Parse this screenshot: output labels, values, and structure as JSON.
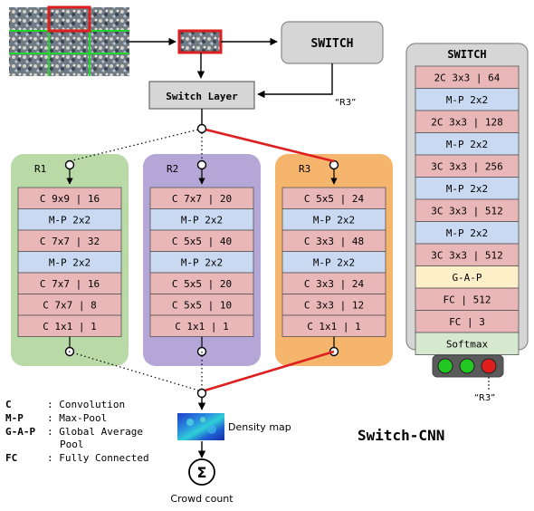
{
  "switch_box": "SWITCH",
  "switch_layer": "Switch Layer",
  "r3_label_top": "“R3”",
  "r3_label_bottom": "“R3”",
  "columns": [
    {
      "label": "R1",
      "color": "#b9d9a7",
      "layers": [
        "C 9x9 | 16",
        "M-P 2x2",
        "C 7x7 | 32",
        "M-P 2x2",
        "C 7x7 | 16",
        "C 7x7 | 8",
        "C 1x1 | 1"
      ]
    },
    {
      "label": "R2",
      "color": "#b4a6d6",
      "layers": [
        "C 7x7 | 20",
        "M-P 2x2",
        "C 5x5 | 40",
        "M-P 2x2",
        "C 5x5 | 20",
        "C 5x5 | 10",
        "C 1x1 | 1"
      ]
    },
    {
      "label": "R3",
      "color": "#f6b56c",
      "layers": [
        "C 5x5 | 24",
        "M-P 2x2",
        "C 3x3 | 48",
        "M-P 2x2",
        "C 3x3 | 24",
        "C 3x3 | 12",
        "C 1x1 | 1"
      ]
    }
  ],
  "switch_panel": {
    "title": "SWITCH",
    "layers": [
      "2C 3x3 | 64",
      "M-P 2x2",
      "2C 3x3 | 128",
      "M-P 2x2",
      "3C 3x3 | 256",
      "M-P 2x2",
      "3C 3x3 | 512",
      "M-P 2x2",
      "3C 3x3 | 512",
      "G-A-P",
      "FC | 512",
      "FC | 3",
      "Softmax"
    ]
  },
  "traffic_lights": [
    "#22c722",
    "#22c722",
    "#e01e1e"
  ],
  "legend": [
    {
      "abbr": "C",
      "desc": ": Convolution"
    },
    {
      "abbr": "M-P",
      "desc": ": Max-Pool"
    },
    {
      "abbr": "G-A-P",
      "desc": ": Global Average",
      "desc2": "Pool"
    },
    {
      "abbr": "FC",
      "desc": ": Fully Connected"
    }
  ],
  "density_map": "Density map",
  "crowd_count": "Crowd count",
  "sigma": "Σ",
  "title": "Switch-CNN",
  "colors": {
    "conv": "#eab7b9",
    "pool": "#c9d9f2",
    "gap": "#fdf0c8",
    "softmax": "#d6e9d0",
    "switch_gray": "#d6d6d6",
    "red": "#dd1f1f"
  }
}
